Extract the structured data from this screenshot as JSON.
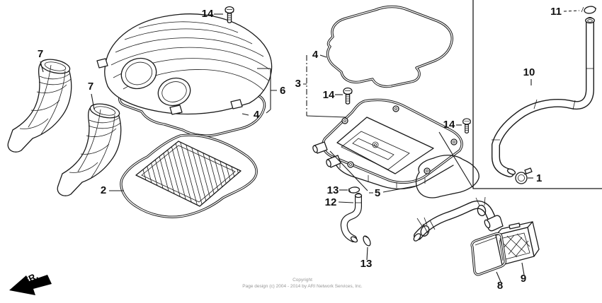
{
  "diagram": {
    "fr_label": "FR.",
    "copyright_line1": "Copyright",
    "copyright_line2": "Page design (c) 2004 - 2014 by ARI Network Services, Inc.",
    "colors": {
      "line": "#1a1a1a",
      "background": "#ffffff",
      "muted_text": "#979797"
    },
    "callouts": {
      "c1": "1",
      "c2": "2",
      "c3": "3",
      "c4a": "4",
      "c4b": "4",
      "c5": "5",
      "c6": "6",
      "c7a": "7",
      "c7b": "7",
      "c8": "8",
      "c9": "9",
      "c10": "10",
      "c11": "11",
      "c12": "12",
      "c13a": "13",
      "c13b": "13",
      "c14a": "14",
      "c14b": "14",
      "c14c": "14"
    }
  }
}
